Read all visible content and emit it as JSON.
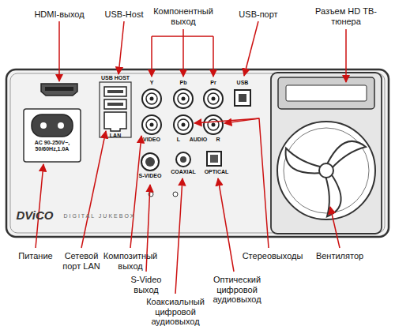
{
  "diagram": {
    "labels": [
      "HDMI-выход",
      "USB-Host",
      "Компонентный выход",
      "USB-порт",
      "Разъем HD ТВ-тюнера",
      "Питание",
      "Сетевой порт LAN",
      "Композитный выход",
      "S-Video выход",
      "Коаксиальный цифровой аудиовыход",
      "Оптический цифровой аудиовыход",
      "Стереовыходы",
      "Вентилятор",
      "USB HOST",
      "Y",
      "Pb",
      "Pr",
      "USB",
      "AC 90-250V~, 50/60Hz,1.0A",
      "LAN",
      "VIDEO",
      "L",
      "AUDIO",
      "R",
      "S-VIDEO",
      "COAXIAL",
      "OPTICAL",
      "DViCO",
      "DIGITAL JUKEBOX"
    ]
  }
}
